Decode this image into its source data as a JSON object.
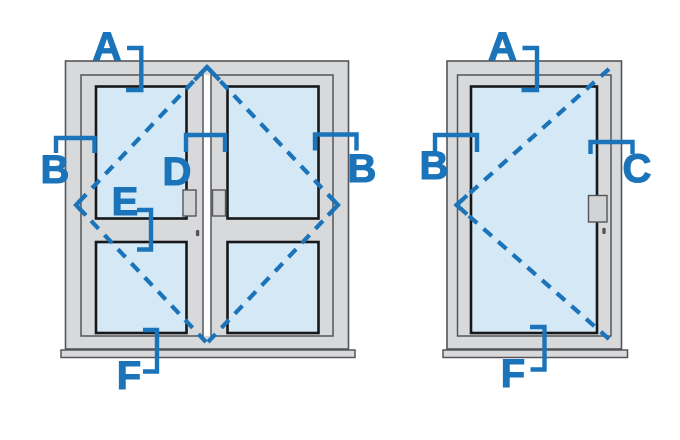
{
  "colors": {
    "accent": "#1b74b9",
    "glass": "#d5e8f6",
    "frame": "#d8d9da",
    "frame_line": "#54555a",
    "glass_border": "#17181a",
    "hardware_fill": "#d2d3d5",
    "background": "#ffffff"
  },
  "left_window": {
    "labels": {
      "top": "A",
      "left": "B",
      "right": "B",
      "mullion": "D",
      "transom": "E",
      "bottom": "F"
    }
  },
  "right_window": {
    "labels": {
      "top": "A",
      "left": "B",
      "right": "C",
      "bottom": "F"
    }
  }
}
